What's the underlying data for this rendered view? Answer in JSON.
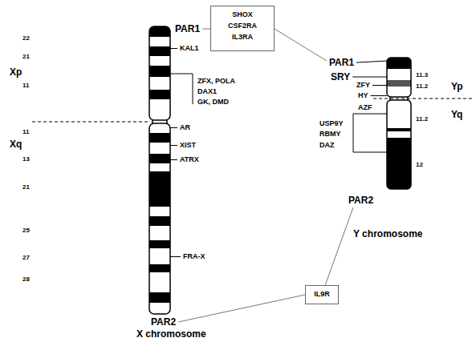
{
  "diagram": {
    "nodes": [
      {
        "text": [
          "SHOX",
          "CSF2RA",
          "IL3RA"
        ]
      },
      {
        "text": [
          "IL9R"
        ]
      }
    ],
    "labels": [
      "PAR1",
      "KAL1",
      "ZFX, POLA",
      "DAX1",
      "GK, DMD",
      "AR",
      "XIST",
      "ATRX",
      "FRA-X",
      "PAR2",
      "X chromosome",
      "22",
      "21",
      "11",
      "11",
      "13",
      "21",
      "25",
      "27",
      "28",
      "Xp",
      "Xq",
      "PAR1",
      "SRY",
      "ZFY",
      "HY",
      "AZF",
      "USP9Y",
      "RBMY",
      "DAZ",
      "11.3",
      "11.2",
      "11.2",
      "12",
      "Yp",
      "Yq",
      "PAR2",
      "Y chromosome"
    ]
  }
}
